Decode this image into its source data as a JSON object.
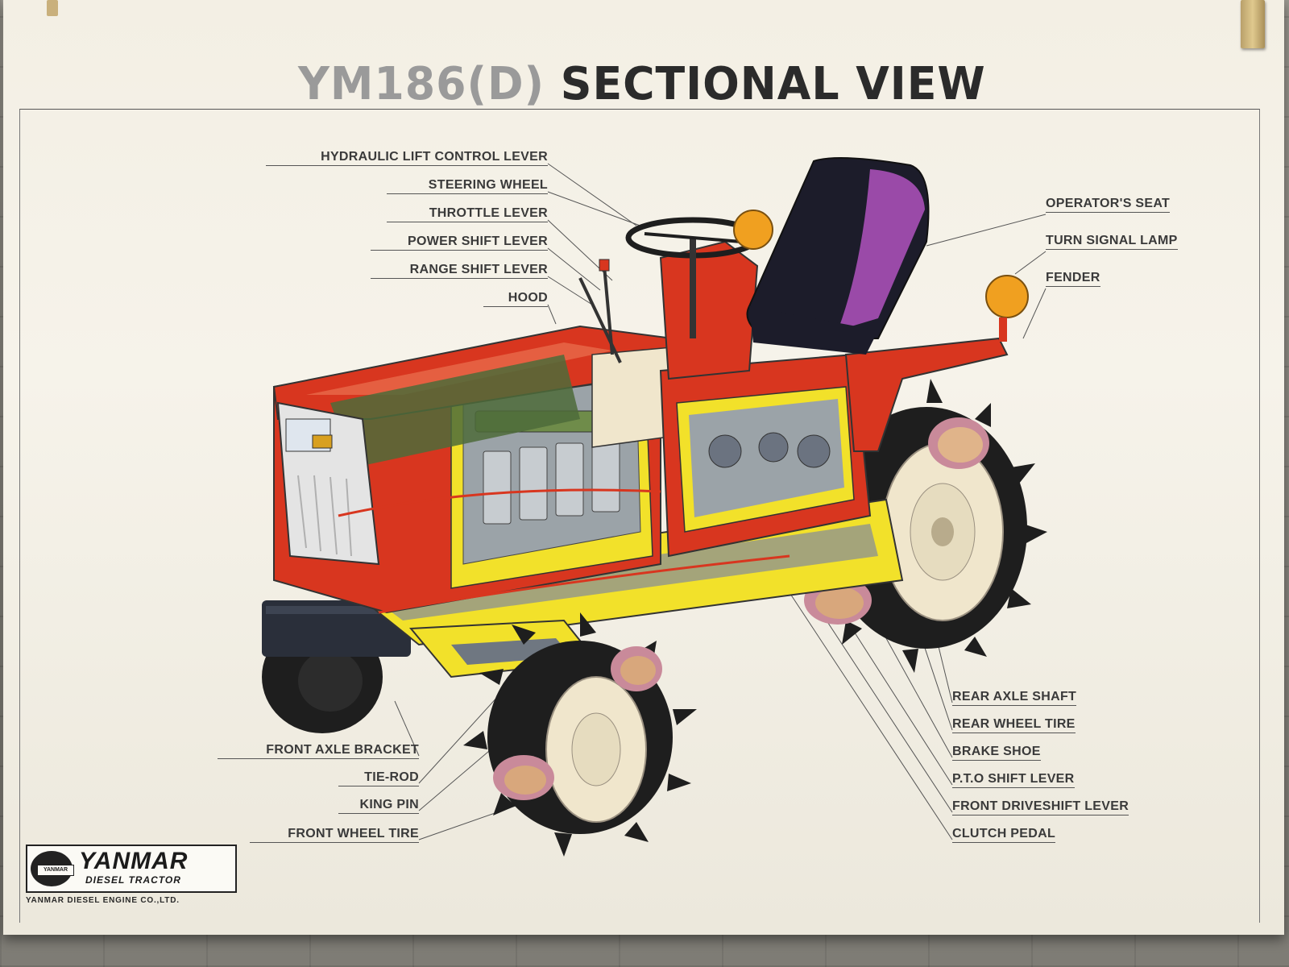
{
  "poster": {
    "title_prefix": "YM186(D)",
    "title_main": "SECTIONAL VIEW"
  },
  "callouts_left_top": [
    "HYDRAULIC LIFT CONTROL LEVER",
    "STEERING WHEEL",
    "THROTTLE LEVER",
    "POWER SHIFT LEVER",
    "RANGE SHIFT LEVER",
    "HOOD"
  ],
  "callouts_right_top": [
    "OPERATOR'S SEAT",
    "TURN SIGNAL LAMP",
    "FENDER"
  ],
  "callouts_left_bottom": [
    "FRONT AXLE BRACKET",
    "TIE-ROD",
    "KING PIN",
    "FRONT WHEEL TIRE"
  ],
  "callouts_right_bottom": [
    "REAR AXLE SHAFT",
    "REAR WHEEL TIRE",
    "BRAKE SHOE",
    "P.T.O SHIFT LEVER",
    "FRONT DRIVESHIFT LEVER",
    "CLUTCH PEDAL"
  ],
  "logo": {
    "mark": "YANMAR",
    "brand": "YANMAR",
    "subtitle": "DIESEL TRACTOR",
    "company": "YANMAR DIESEL ENGINE CO.,LTD."
  },
  "colors": {
    "tractor_red": "#d8361f",
    "cutaway_yellow": "#f2e12a",
    "seat_black": "#1c1c2a",
    "seat_purple": "#9a4aa8",
    "lamp_amber": "#f0a020",
    "tire_black": "#1e1e1e",
    "wheel_cream": "#f0e6cc",
    "hub_pink": "#c98a9a"
  }
}
